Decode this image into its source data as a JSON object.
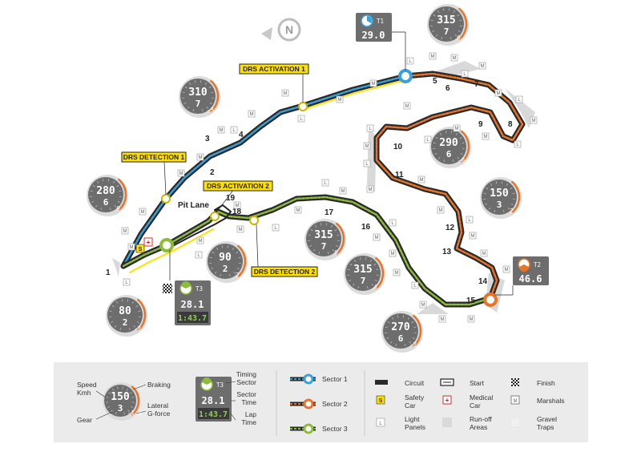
{
  "compass": {
    "letter": "N"
  },
  "turns": [
    {
      "n": "1"
    },
    {
      "n": "2"
    },
    {
      "n": "3"
    },
    {
      "n": "4"
    },
    {
      "n": "5"
    },
    {
      "n": "6"
    },
    {
      "n": "7"
    },
    {
      "n": "8"
    },
    {
      "n": "9"
    },
    {
      "n": "10"
    },
    {
      "n": "11"
    },
    {
      "n": "12"
    },
    {
      "n": "13"
    },
    {
      "n": "14"
    },
    {
      "n": "15"
    },
    {
      "n": "16"
    },
    {
      "n": "17"
    },
    {
      "n": "18"
    },
    {
      "n": "19"
    }
  ],
  "pit_lane": "Pit Lane",
  "drs": {
    "activation1": "DRS ACTIVATION 1",
    "detection1": "DRS DETECTION 1",
    "activation2": "DRS ACTIVATION 2",
    "detection2": "DRS DETECTION 2"
  },
  "gauges": [
    {
      "id": "g-t1",
      "speed": "315",
      "gear": "7",
      "g": "0.2"
    },
    {
      "id": "g-t4",
      "speed": "310",
      "gear": "7",
      "g": "-3.5"
    },
    {
      "id": "g-t2",
      "speed": "280",
      "gear": "6",
      "g": "0.5"
    },
    {
      "id": "g-t10",
      "speed": "290",
      "gear": "6",
      "g": "-0.1"
    },
    {
      "id": "g-t12",
      "speed": "150",
      "gear": "3",
      "g": "2.0"
    },
    {
      "id": "g-t17",
      "speed": "315",
      "gear": "7",
      "g": "0.0"
    },
    {
      "id": "g-t16",
      "speed": "315",
      "gear": "7",
      "g": "4.0"
    },
    {
      "id": "g-t18",
      "speed": "90",
      "gear": "2",
      "g": "2.0"
    },
    {
      "id": "g-t1b",
      "speed": "80",
      "gear": "2",
      "g": "-2.0"
    },
    {
      "id": "g-t15",
      "speed": "270",
      "gear": "6",
      "g": "-2.2"
    }
  ],
  "sectors": [
    {
      "id": "T1",
      "time": "29.0"
    },
    {
      "id": "T2",
      "time": "46.6"
    },
    {
      "id": "T3",
      "time": "28.1",
      "lap": "1:43.7"
    }
  ],
  "legend": {
    "speed": "Speed",
    "kmh": "Kmh",
    "gear": "Gear",
    "braking": "Braking",
    "lateral": "Lateral",
    "gforce": "G-force",
    "ex_speed": "150",
    "ex_gear": "3",
    "ex_g": "-1.0",
    "timing": "Timing",
    "sector": "Sector",
    "sector_time1": "Sector",
    "sector_time2": "Time",
    "lap1": "Lap",
    "lap2": "Time",
    "ex_sector": "T3",
    "ex_time": "28.1",
    "ex_lap": "1:43.7",
    "sector1": "Sector 1",
    "sector2": "Sector 2",
    "sector3": "Sector 3",
    "circuit": "Circuit",
    "safety1": "Safety",
    "safety2": "Car",
    "light1": "Light",
    "light2": "Panels",
    "start": "Start",
    "medical1": "Medical",
    "medical2": "Car",
    "runoff1": "Run-off",
    "runoff2": "Areas",
    "finish": "Finish",
    "marshals": "Marshals",
    "gravel1": "Gravel",
    "gravel2": "Traps"
  },
  "colors": {
    "sector1": "#3aa0d8",
    "sector2": "#e8742a",
    "sector3": "#8dbb3c",
    "drs": "#ffe000",
    "track": "#2a2a2a",
    "gauge": "#6d6d6d",
    "braking": "#e8742a"
  }
}
